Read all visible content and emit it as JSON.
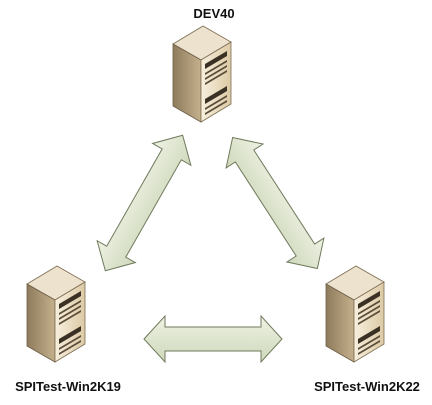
{
  "nodes": [
    {
      "id": "top",
      "label": "DEV40",
      "icon": "server-tower-icon"
    },
    {
      "id": "left",
      "label": "SPITest-Win2K19",
      "icon": "server-tower-icon"
    },
    {
      "id": "right",
      "label": "SPITest-Win2K22",
      "icon": "server-tower-icon"
    }
  ],
  "edges": [
    {
      "from": "top",
      "to": "left",
      "type": "bidirectional"
    },
    {
      "from": "top",
      "to": "right",
      "type": "bidirectional"
    },
    {
      "from": "left",
      "to": "right",
      "type": "bidirectional"
    }
  ],
  "colors": {
    "arrow_fill": "#dfe6cf",
    "arrow_stroke": "#6f7a5c",
    "server_front": "#f0e4cc",
    "server_side": "#b9a480",
    "server_top": "#e7dcc6",
    "server_dark": "#3a3124"
  }
}
